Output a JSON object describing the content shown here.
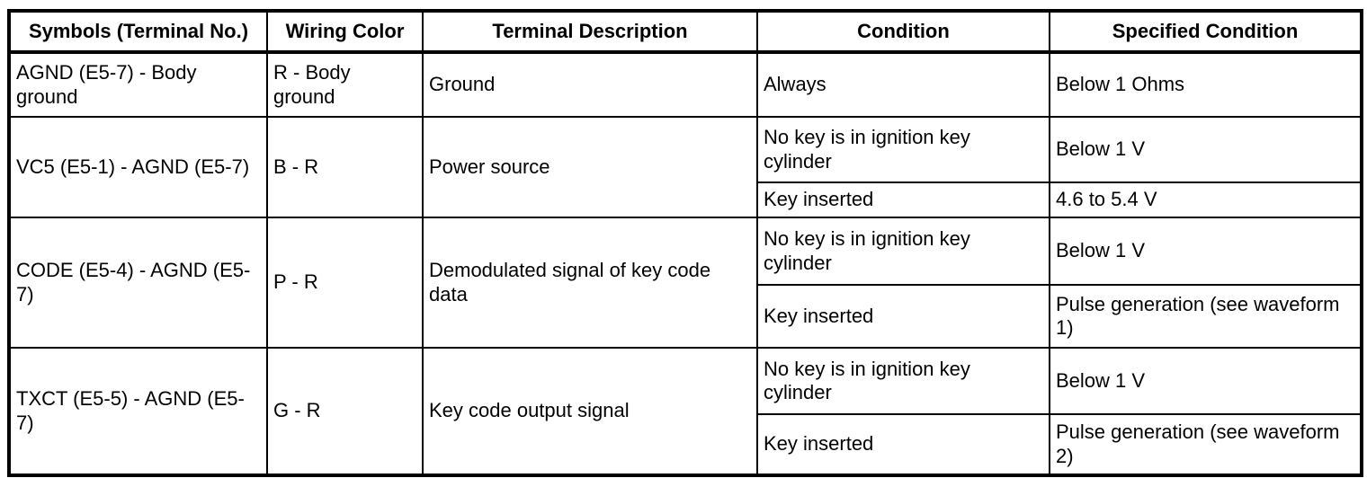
{
  "page": {
    "background": "#ffffff",
    "line_color": "#000000",
    "text_color": "#000000"
  },
  "table": {
    "headers": [
      "Symbols (Terminal No.)",
      "Wiring Color",
      "Terminal Description",
      "Condition",
      "Specified Condition"
    ],
    "rows": [
      {
        "symbol": "AGND (E5-7) - Body ground",
        "wiring_color": "R - Body ground",
        "description": "Ground",
        "conditions": [
          {
            "condition": "Always",
            "specified": "Below 1 Ohms"
          }
        ]
      },
      {
        "symbol": "VC5 (E5-1) - AGND (E5-7)",
        "wiring_color": "B - R",
        "description": "Power source",
        "conditions": [
          {
            "condition": "No key is in ignition key cylinder",
            "specified": "Below 1 V"
          },
          {
            "condition": "Key inserted",
            "specified": "4.6 to 5.4 V"
          }
        ]
      },
      {
        "symbol": "CODE (E5-4) - AGND (E5-7)",
        "wiring_color": "P - R",
        "description": "Demodulated signal of key code data",
        "conditions": [
          {
            "condition": "No key is in ignition key cylinder",
            "specified": "Below 1 V"
          },
          {
            "condition": "Key inserted",
            "specified": "Pulse generation (see waveform 1)"
          }
        ]
      },
      {
        "symbol": "TXCT (E5-5) - AGND (E5-7)",
        "wiring_color": "G - R",
        "description": "Key code output signal",
        "conditions": [
          {
            "condition": "No key is in ignition key cylinder",
            "specified": "Below 1 V"
          },
          {
            "condition": "Key inserted",
            "specified": "Pulse generation (see waveform 2)"
          }
        ]
      }
    ]
  }
}
